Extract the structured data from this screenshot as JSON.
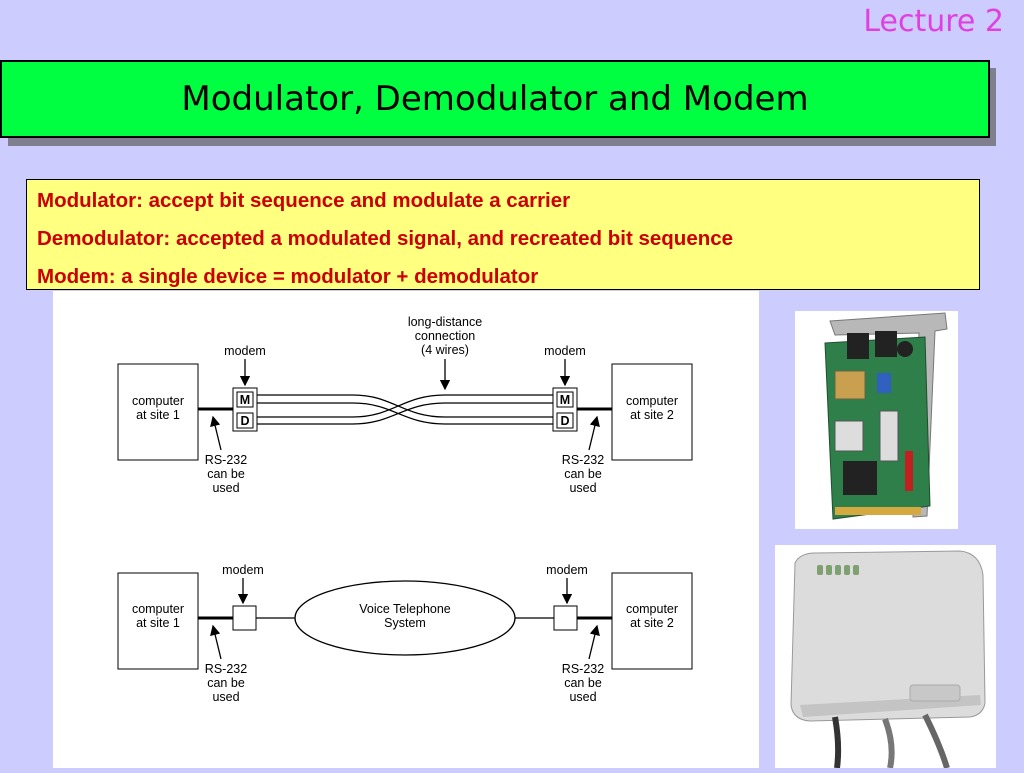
{
  "header": {
    "lecture": "Lecture 2",
    "title": "Modulator, Demodulator and Modem"
  },
  "definitions": [
    "Modulator: accept bit sequence and modulate a carrier",
    "Demodulator: accepted a modulated signal, and recreated bit sequence",
    "Modem: a single device = modulator + demodulator"
  ],
  "diagram": {
    "top": {
      "computer_left": [
        "computer",
        "at site 1"
      ],
      "computer_right": [
        "computer",
        "at site 2"
      ],
      "modem_label": "modem",
      "m_label": "M",
      "d_label": "D",
      "connection": [
        "long-distance",
        "connection",
        "(4 wires)"
      ],
      "rs232": [
        "RS-232",
        "can be",
        "used"
      ]
    },
    "bottom": {
      "computer_left": [
        "computer",
        "at site 1"
      ],
      "computer_right": [
        "computer",
        "at site 2"
      ],
      "modem_label": "modem",
      "phone_system": [
        "Voice Telephone",
        "System"
      ],
      "rs232": [
        "RS-232",
        "can be",
        "used"
      ]
    }
  },
  "images": {
    "card": "modem-card-photo",
    "external": "external-modem-photo"
  }
}
